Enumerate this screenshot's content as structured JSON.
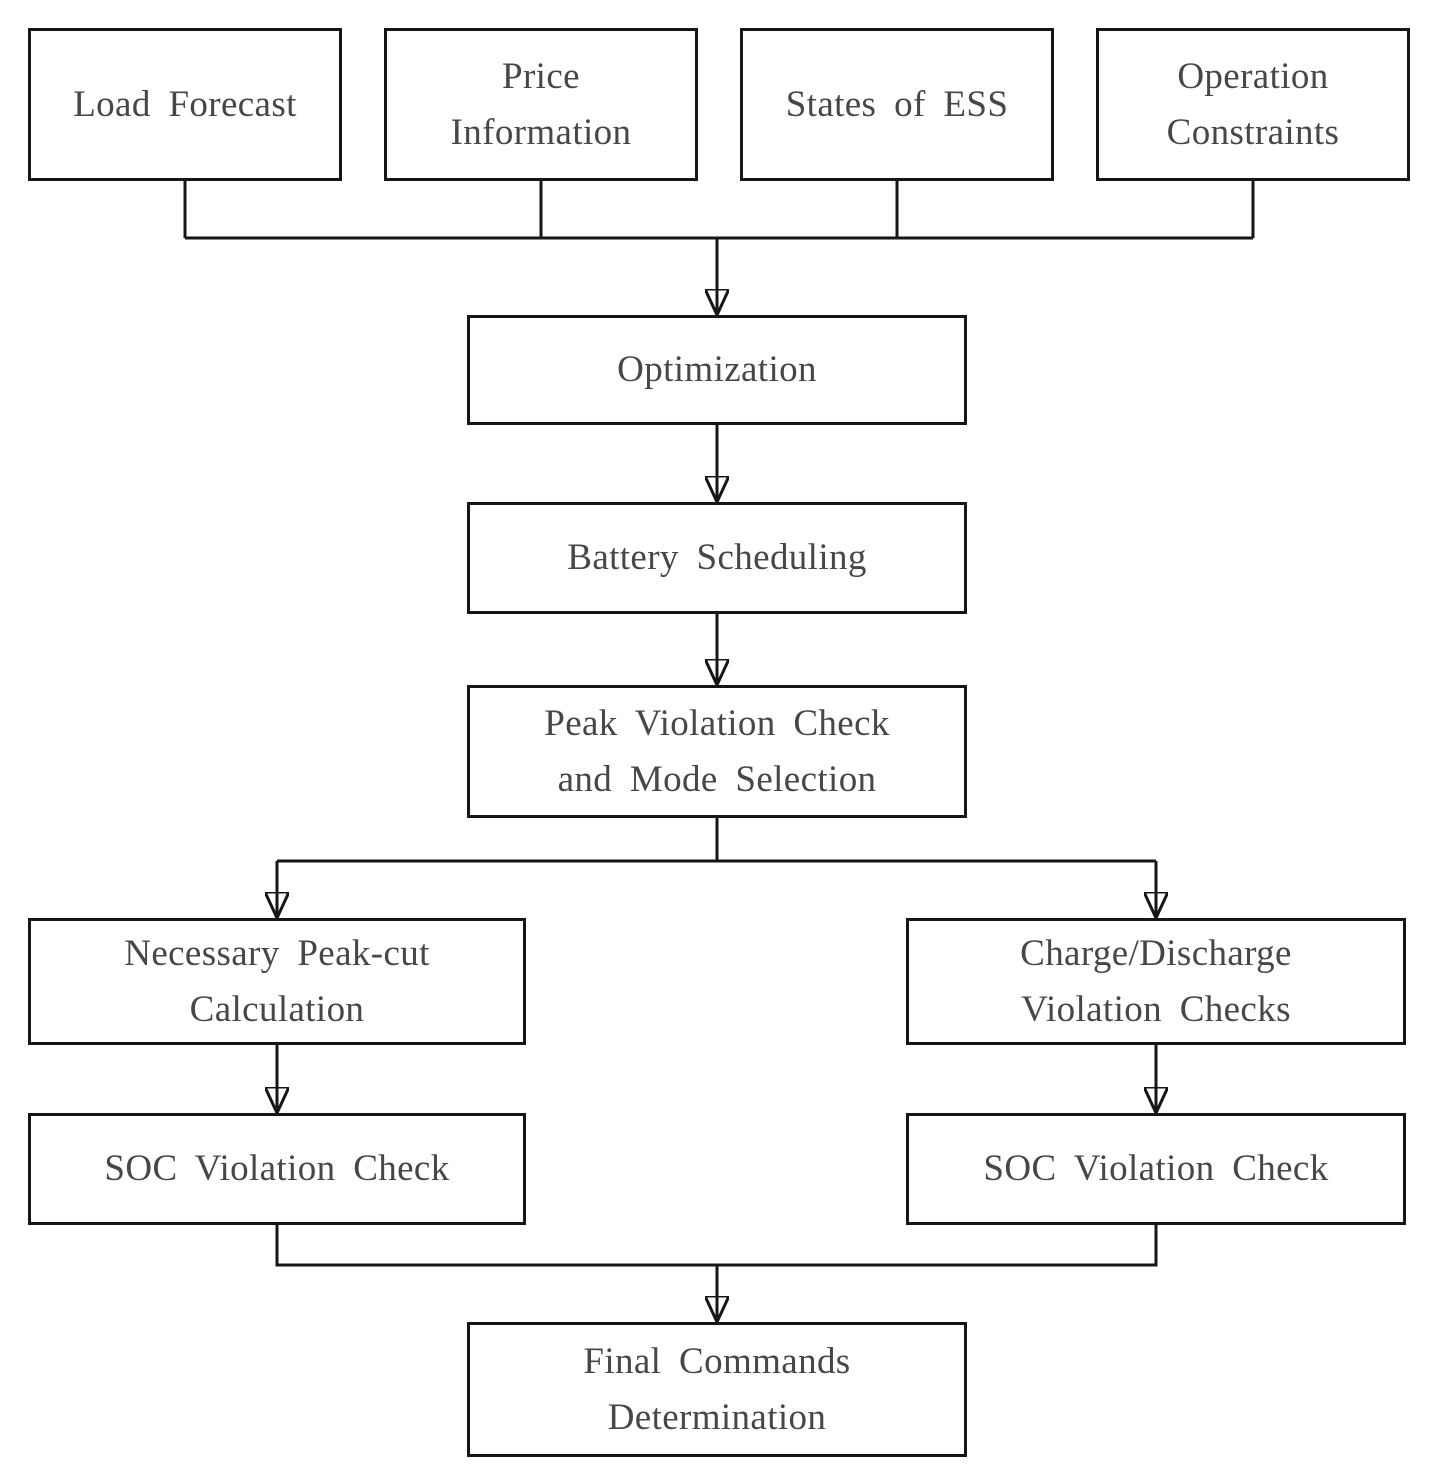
{
  "diagram": {
    "type": "flowchart",
    "nodes": {
      "load_forecast": {
        "label": "Load Forecast"
      },
      "price_information": {
        "label": "Price\nInformation"
      },
      "states_of_ess": {
        "label": "States of ESS"
      },
      "operation_constraints": {
        "label": "Operation\nConstraints"
      },
      "optimization": {
        "label": "Optimization"
      },
      "battery_scheduling": {
        "label": "Battery Scheduling"
      },
      "peak_violation_check": {
        "label": "Peak Violation Check\nand Mode Selection"
      },
      "necessary_peak_cut": {
        "label": "Necessary Peak-cut\nCalculation"
      },
      "charge_discharge_checks": {
        "label": "Charge/Discharge\nViolation Checks"
      },
      "soc_check_left": {
        "label": "SOC Violation Check"
      },
      "soc_check_right": {
        "label": "SOC Violation Check"
      },
      "final_commands": {
        "label": "Final Commands\nDetermination"
      }
    },
    "edges": [
      {
        "from": "load_forecast",
        "to": "optimization"
      },
      {
        "from": "price_information",
        "to": "optimization"
      },
      {
        "from": "states_of_ess",
        "to": "optimization"
      },
      {
        "from": "operation_constraints",
        "to": "optimization"
      },
      {
        "from": "optimization",
        "to": "battery_scheduling"
      },
      {
        "from": "battery_scheduling",
        "to": "peak_violation_check"
      },
      {
        "from": "peak_violation_check",
        "to": "necessary_peak_cut"
      },
      {
        "from": "peak_violation_check",
        "to": "charge_discharge_checks"
      },
      {
        "from": "necessary_peak_cut",
        "to": "soc_check_left"
      },
      {
        "from": "charge_discharge_checks",
        "to": "soc_check_right"
      },
      {
        "from": "soc_check_left",
        "to": "final_commands"
      },
      {
        "from": "soc_check_right",
        "to": "final_commands"
      }
    ],
    "colors": {
      "background": "#ffffff",
      "box_border": "#161616",
      "line": "#161616",
      "text": "#474747"
    }
  }
}
